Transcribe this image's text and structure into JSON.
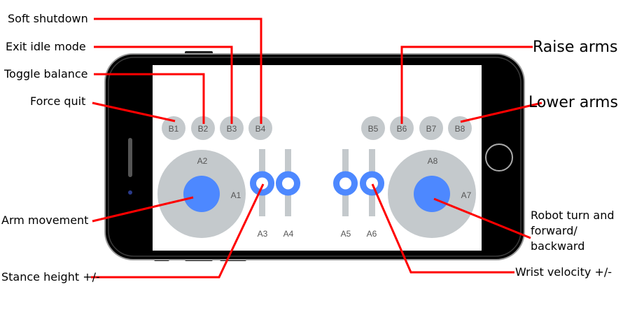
{
  "buttons": [
    "B1",
    "B2",
    "B3",
    "B4",
    "B5",
    "B6",
    "B7",
    "B8"
  ],
  "axes": [
    "A1",
    "A2",
    "A3",
    "A4",
    "A5",
    "A6",
    "A7",
    "A8"
  ],
  "callouts": {
    "soft_shutdown": "Soft shutdown",
    "exit_idle": "Exit idle mode",
    "toggle_balance": "Toggle balance",
    "force_quit": "Force quit",
    "raise_arms": "Raise arms",
    "lower_arms": "Lower arms",
    "arm_movement": "Arm movement",
    "robot_turn": "Robot turn and forward/ backward",
    "stance_height": "Stance height +/-",
    "wrist_velocity": "Wrist velocity +/-"
  },
  "colors": {
    "leader": "#ff0000",
    "control_blue": "#4d88ff",
    "control_gray": "#c4c9cc",
    "phone_body": "#000000"
  }
}
